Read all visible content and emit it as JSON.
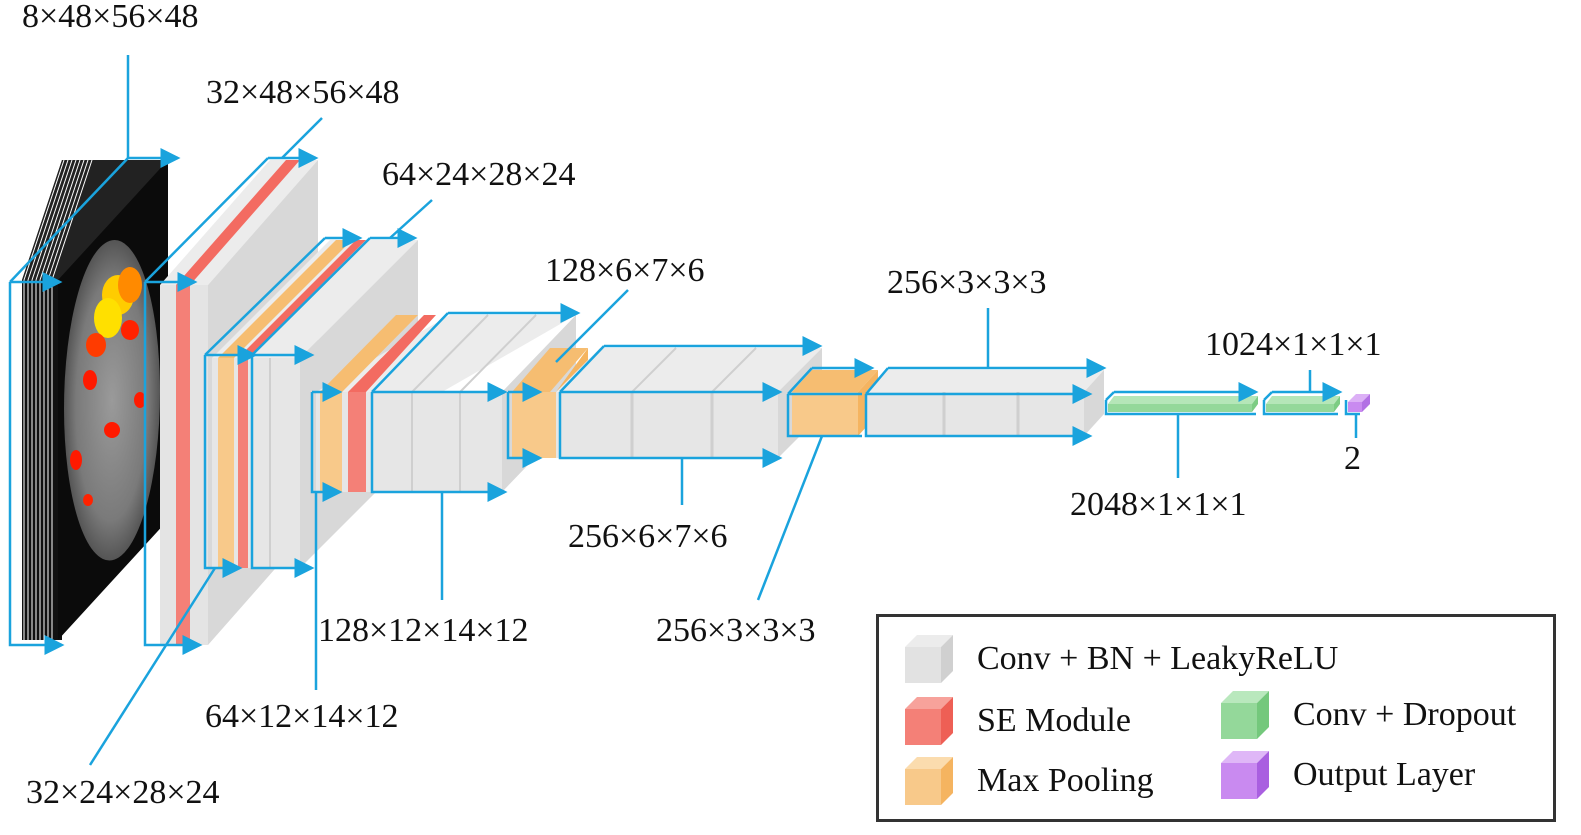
{
  "labels": {
    "input": "8×48×56×48",
    "conv1": "32×48×56×48",
    "pool1": "32×24×28×24",
    "conv2": "64×24×28×24",
    "pool2": "64×12×14×12",
    "conv3": "128×12×14×12",
    "conv3b": "128×6×7×6",
    "conv4": "256×6×7×6",
    "pool4": "256×3×3×3",
    "conv5": "256×3×3×3",
    "fc1": "2048×1×1×1",
    "fc2": "1024×1×1×1",
    "output": "2"
  },
  "legend": {
    "items": [
      {
        "label": "Conv + BN + LeakyReLU",
        "color": "#dcdcdc"
      },
      {
        "label": "SE Module",
        "color": "#f48077"
      },
      {
        "label": "Max Pooling",
        "color": "#f8c98a"
      },
      {
        "label": "Conv + Dropout",
        "color": "#94d89a"
      },
      {
        "label": "Output Layer",
        "color": "#c98af0"
      }
    ]
  },
  "colors": {
    "arrow": "#1aa3dd",
    "conv": "#e6e6e6",
    "se": "#f48077",
    "pool": "#f8c98a",
    "dropout": "#94d89a",
    "output": "#c98af0"
  }
}
